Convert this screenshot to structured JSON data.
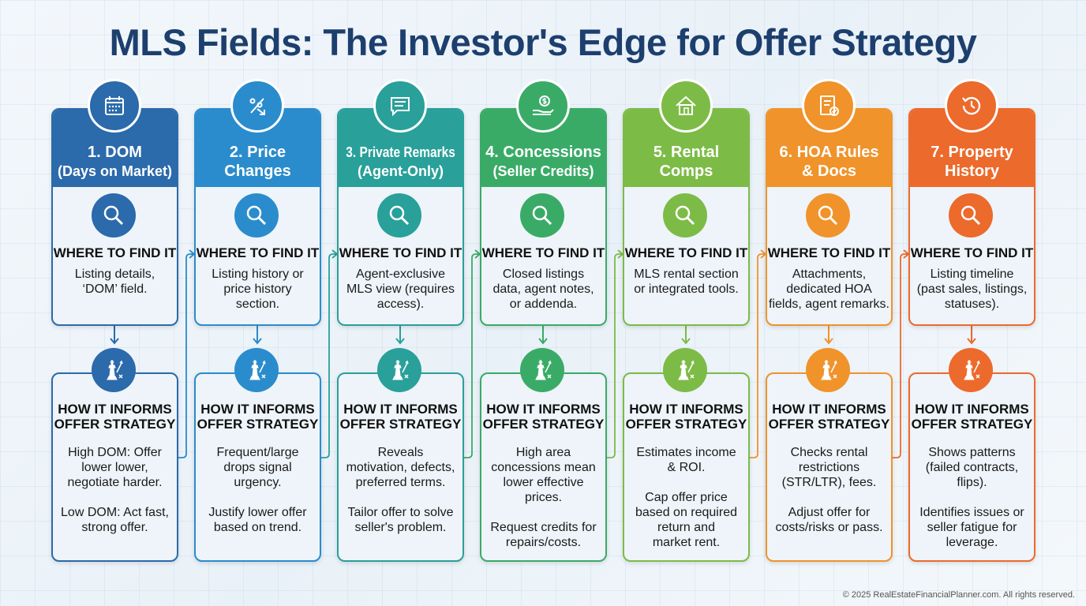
{
  "title": "MLS Fields: The Investor's Edge for Offer Strategy",
  "where_label": "WHERE TO FIND IT",
  "how_label_1": "HOW IT INFORMS",
  "how_label_2": "OFFER STRATEGY",
  "columns": [
    {
      "title1": "1. DOM",
      "title2": "(Days on Market)",
      "icon": "calendar-icon",
      "color": "#2b6aab",
      "where": "Listing details,\n‘DOM’ field.",
      "how": "High DOM: Offer\nlower lower,\nnegotiate harder.\n\nLow DOM: Act fast,\nstrong offer."
    },
    {
      "title1": "2. Price",
      "title2": "Changes",
      "icon": "percent-down-icon",
      "color": "#2a8ccc",
      "where": "Listing history or\nprice history\nsection.",
      "how": "Frequent/large\ndrops signal\nurgency.\n\nJustify lower offer\nbased on trend."
    },
    {
      "title1": "3. Private Remarks",
      "title2": "(Agent-Only)",
      "icon": "chat-icon",
      "color": "#29a09a",
      "where": "Agent-exclusive\nMLS view (requires\naccess).",
      "how": "Reveals\nmotivation, defects,\npreferred terms.\n\nTailor offer to solve\nseller's problem."
    },
    {
      "title1": "4. Concessions",
      "title2": "(Seller Credits)",
      "icon": "money-hand-icon",
      "color": "#3aab67",
      "where": "Closed listings\ndata, agent notes,\nor addenda.",
      "how": "High area\nconcessions mean\nlower effective\nprices.\n\nRequest credits for\nrepairs/costs."
    },
    {
      "title1": "5. Rental",
      "title2": "Comps",
      "icon": "house-icon",
      "color": "#7dbb47",
      "where": "MLS rental section\nor integrated tools.",
      "how": "Estimates income\n& ROI.\n\nCap offer price\nbased on required\nreturn and\nmarket rent."
    },
    {
      "title1": "6. HOA Rules",
      "title2": "& Docs",
      "icon": "document-check-icon",
      "color": "#f0932b",
      "where": "Attachments,\ndedicated HOA\nfields, agent remarks.",
      "how": "Checks rental\nrestrictions\n(STR/LTR), fees.\n\nAdjust offer for\ncosts/risks or pass."
    },
    {
      "title1": "7. Property",
      "title2": "History",
      "icon": "history-clock-icon",
      "color": "#ec6a2c",
      "where": "Listing timeline\n(past sales, listings,\nstatuses).",
      "how": "Shows patterns\n(failed contracts,\nflips).\n\nIdentifies issues or\nseller fatigue for\nleverage."
    }
  ],
  "footer": "© 2025 RealEstateFinancialPlanner.com. All rights reserved."
}
